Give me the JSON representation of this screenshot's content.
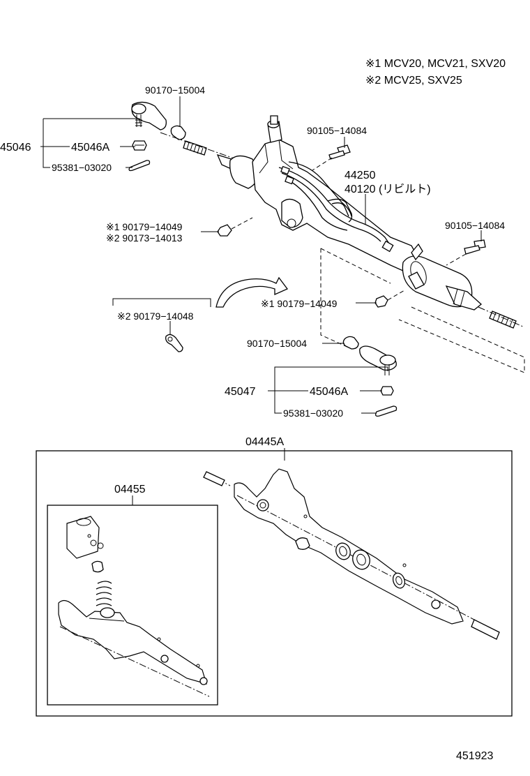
{
  "notes": [
    "※1 MCV20, MCV21, SXV20",
    "※2 MCV25, SXV25"
  ],
  "labels": {
    "p90170_top": "90170−15004",
    "p45046": "45046",
    "p45046A_top": "45046A",
    "p95381_top": "95381−03020",
    "p90105_top": "90105−14084",
    "p44250": "44250",
    "p40120": "40120 (リビルト)",
    "p90179_14049_a": "※1 90179−14049",
    "p90173_14013": "※2 90173−14013",
    "p90105_right": "90105−14084",
    "p90179_14049_b": "※1 90179−14049",
    "p90179_14048": "※2 90179−14048",
    "p90170_bottom": "90170−15004",
    "p45047": "45047",
    "p45046A_bottom": "45046A",
    "p95381_bottom": "95381−03020",
    "p04445A": "04445A",
    "p04455": "04455",
    "figure_number": "451923"
  }
}
